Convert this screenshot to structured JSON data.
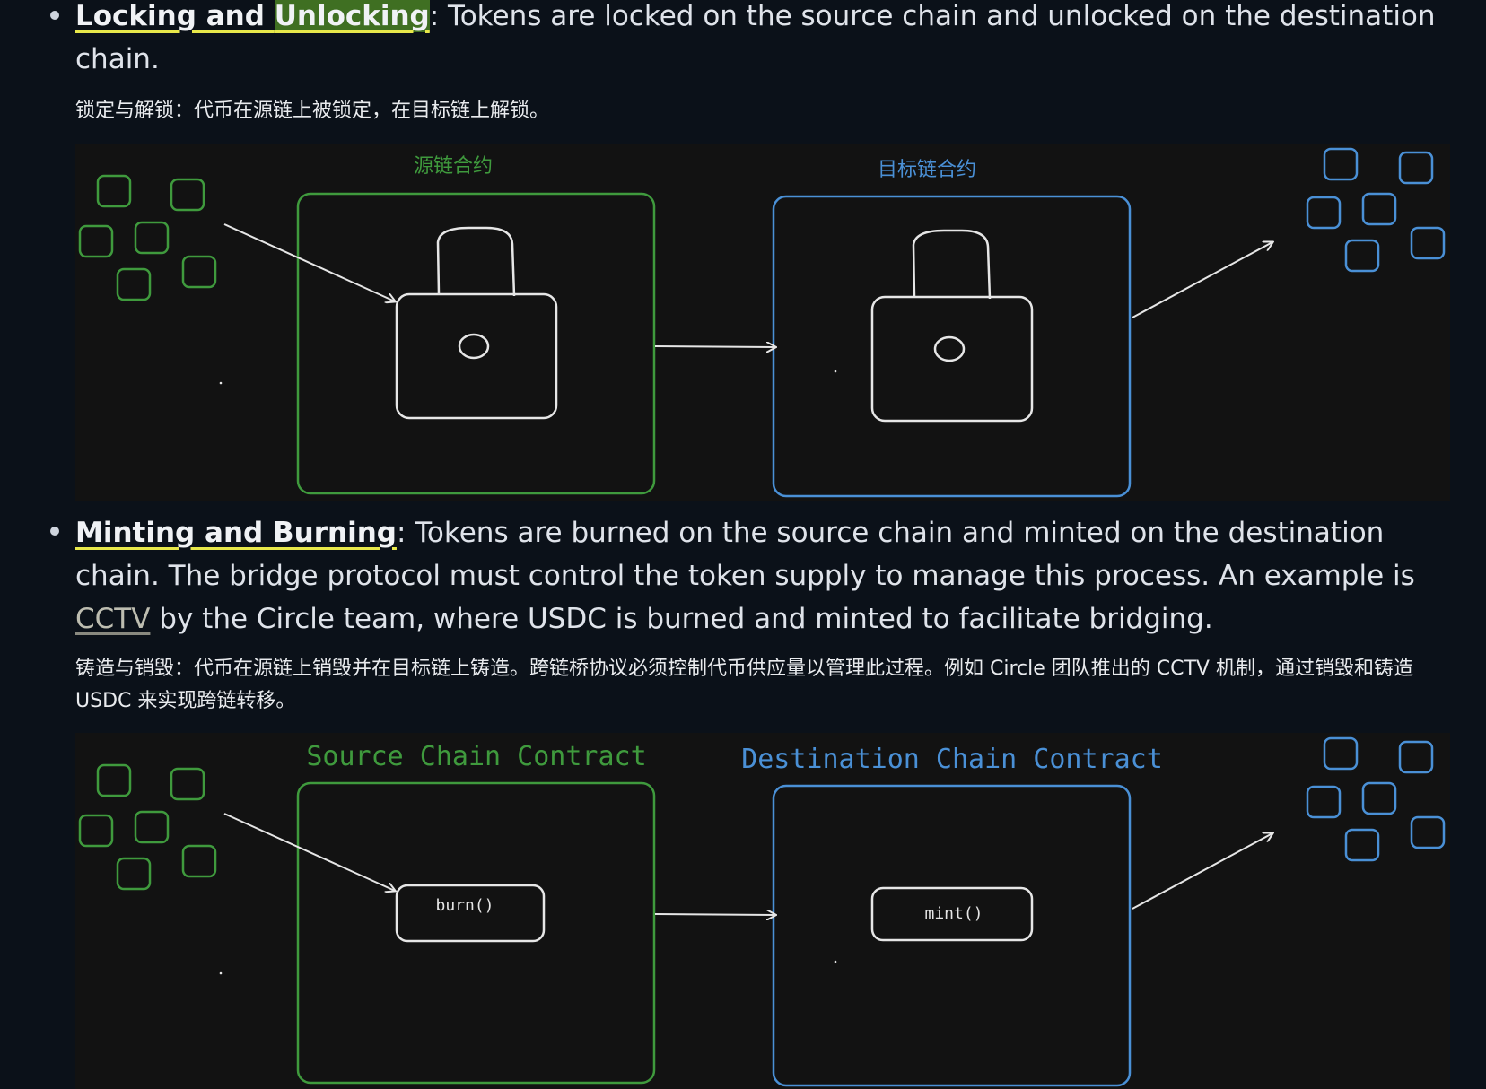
{
  "section1": {
    "term_a": "Locking and ",
    "term_b": "Unlocking",
    "text": ": Tokens are locked on the source chain and unlocked on the destination chain.",
    "zh": "锁定与解锁：代币在源链上被锁定，在目标链上解锁。",
    "diagram": {
      "source_title": "源链合约",
      "dest_title": "目标链合约"
    }
  },
  "section2": {
    "term": "Minting and Burning",
    "text_a": ": Tokens are burned on the source chain and minted on the destination chain. The bridge protocol must control the token supply to manage this process. An example is ",
    "link": "CCTV",
    "text_b": " by the Circle team, where USDC is burned and minted to facilitate bridging.",
    "zh": "铸造与销毁：代币在源链上销毁并在目标链上铸造。跨链桥协议必须控制代币供应量以管理此过程。例如 Circle 团队推出的 CCTV 机制，通过销毁和铸造 USDC 来实现跨链转移。",
    "diagram": {
      "source_title": "Source Chain Contract",
      "dest_title": "Destination Chain Contract",
      "burn_label": "burn()",
      "mint_label": "mint()"
    }
  },
  "colors": {
    "green": "#3f9a3d",
    "blue": "#4a90d6",
    "stroke": "#e6e6e6",
    "background": "#0b1119",
    "canvas": "#121212"
  }
}
